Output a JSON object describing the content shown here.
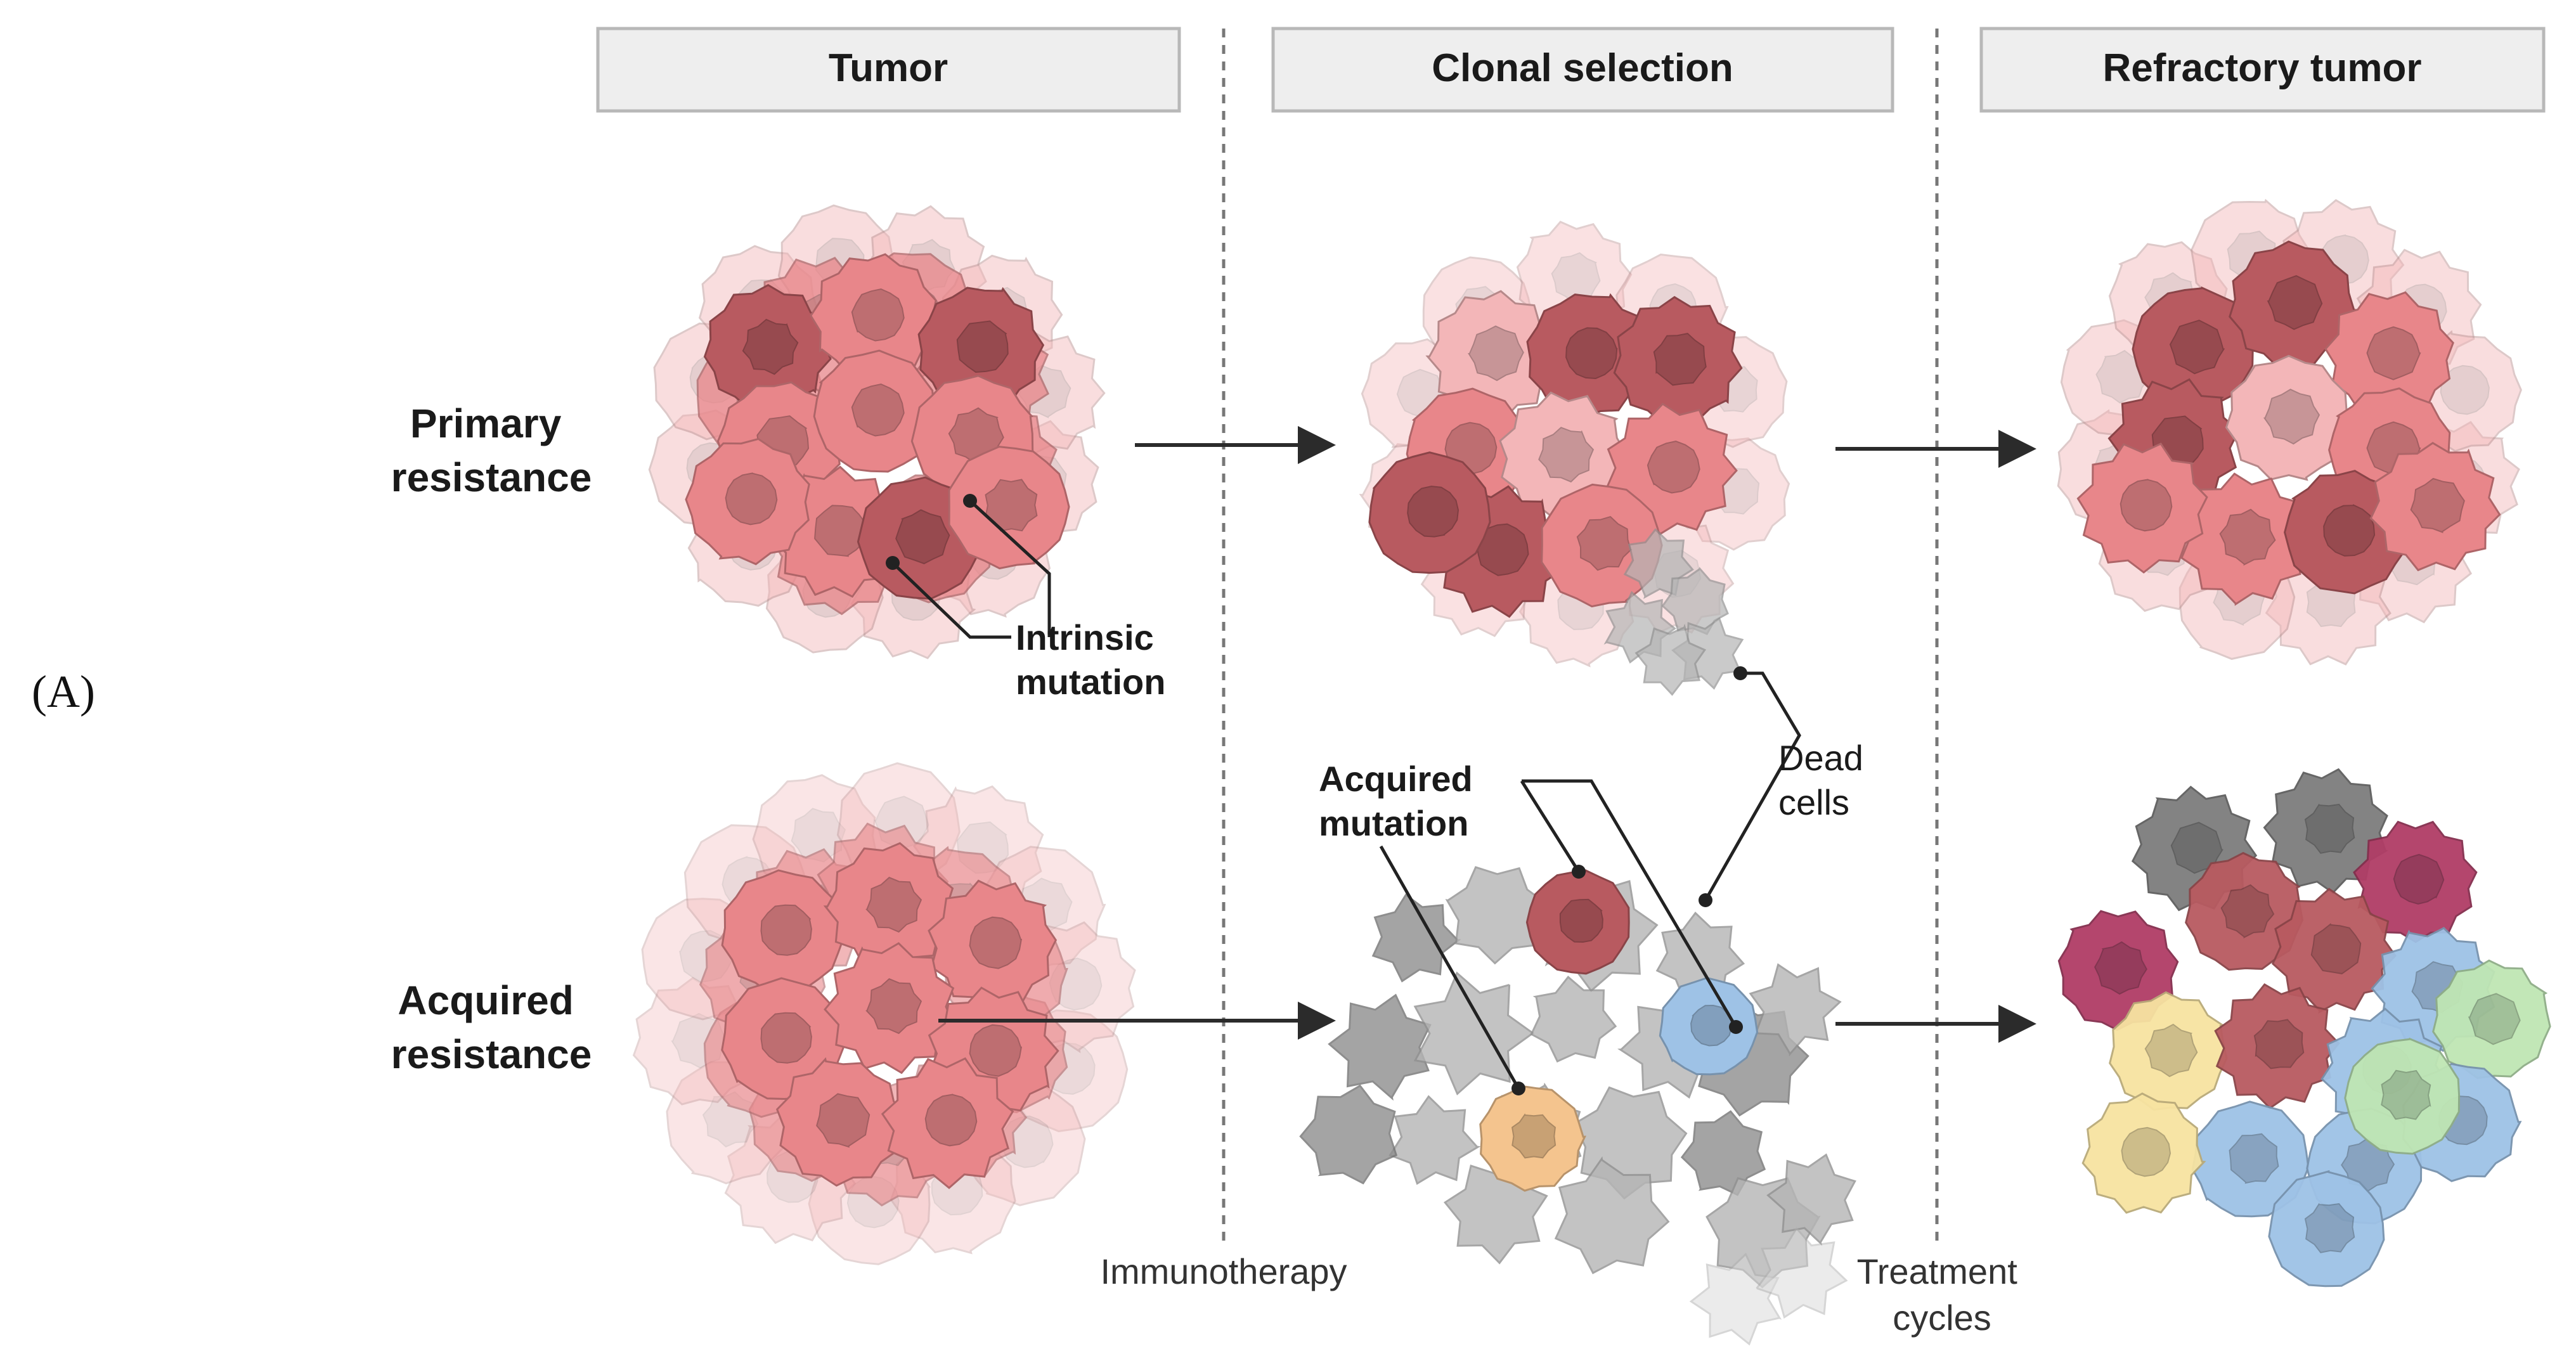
{
  "panel_label": "(A)",
  "headers": {
    "tumor": "Tumor",
    "clonal_selection": "Clonal selection",
    "refractory_tumor": "Refractory tumor"
  },
  "rows": {
    "primary": [
      "Primary",
      "resistance"
    ],
    "acquired": [
      "Acquired",
      "resistance"
    ]
  },
  "callouts": {
    "intrinsic_mutation": [
      "Intrinsic",
      "mutation"
    ],
    "acquired_mutation": [
      "Acquired",
      "mutation"
    ],
    "dead_cells": [
      "Dead",
      "cells"
    ]
  },
  "steps": {
    "immunotherapy": "Immunotherapy",
    "treatment_cycles": [
      "Treatment",
      "cycles"
    ]
  },
  "colors": {
    "header_fill": "#eeeeee",
    "header_stroke": "#b8b8b8",
    "tumor_pink": "#e8868a",
    "tumor_dark": "#b85a60",
    "tumor_light": "#f3b6b8",
    "dead_gray": "#b5b5b5",
    "blue_clone": "#9ec2e6",
    "orange_clone": "#f4c48e",
    "yellow_clone": "#f7e3a1",
    "green_clone": "#bfe6b4",
    "magenta_clone": "#b03d66",
    "gray_clone": "#7d7d7d",
    "arrow": "#2b2b2b"
  }
}
